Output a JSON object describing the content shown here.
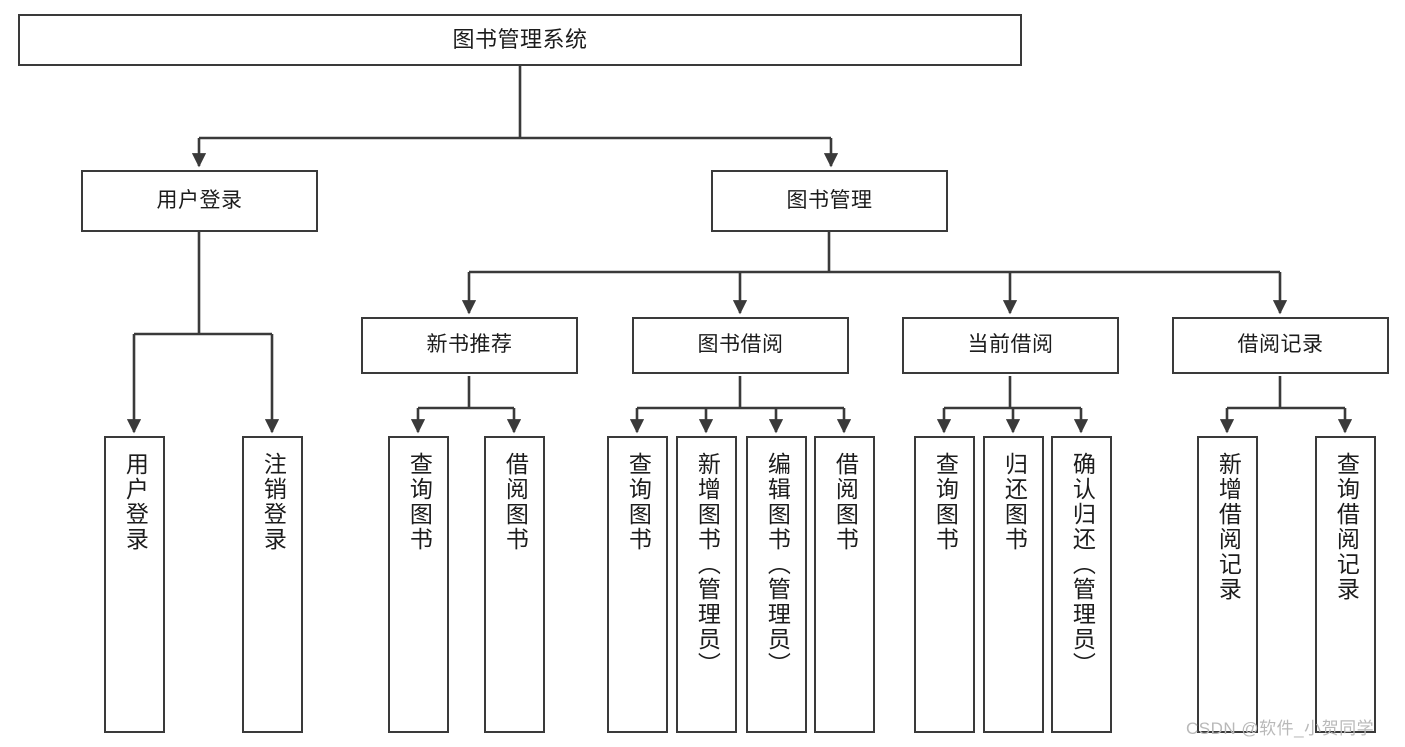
{
  "diagram": {
    "title": "图书管理系统",
    "type": "tree-hierarchy",
    "stroke_color": "#3a3a3a",
    "fill_color": "#ffffff",
    "text_color": "#1c1c1c"
  },
  "watermark": {
    "text": "CSDN @软件_小贺同学",
    "color": "#b9b9b9"
  },
  "nodes": {
    "root": {
      "label": "图书管理系统"
    },
    "level2": [
      {
        "label": "用户登录"
      },
      {
        "label": "图书管理"
      }
    ],
    "level3": [
      {
        "label": "新书推荐"
      },
      {
        "label": "图书借阅"
      },
      {
        "label": "当前借阅"
      },
      {
        "label": "借阅记录"
      }
    ],
    "leaves": {
      "user_login": [
        {
          "label": "用户登录"
        },
        {
          "label": "注销登录"
        }
      ],
      "new_book_recommend": [
        {
          "label": "查询图书"
        },
        {
          "label": "借阅图书"
        }
      ],
      "book_borrow": [
        {
          "label": "查询图书"
        },
        {
          "label": "新增图书（管理员）"
        },
        {
          "label": "编辑图书（管理员）"
        },
        {
          "label": "借阅图书"
        }
      ],
      "current_borrow": [
        {
          "label": "查询图书"
        },
        {
          "label": "归还图书"
        },
        {
          "label": "确认归还（管理员）"
        }
      ],
      "borrow_record": [
        {
          "label": "新增借阅记录"
        },
        {
          "label": "查询借阅记录"
        }
      ]
    }
  }
}
